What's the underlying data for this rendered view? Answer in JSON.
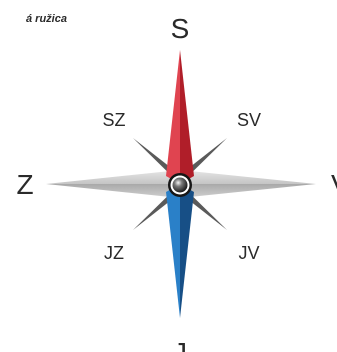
{
  "caption": "á ružica",
  "directions": {
    "north": "S",
    "east": "V",
    "south": "J",
    "west": "Z",
    "northeast": "SV",
    "northwest": "SZ",
    "southeast": "JV",
    "southwest": "JZ"
  },
  "colors": {
    "north_needle": "#d62f3a",
    "south_needle": "#1f6db3",
    "horizontal_arms": "#cfcfcf",
    "diagonal_arms": "#3a3a3a",
    "center_pin": "#1b1b1b"
  },
  "icons": {
    "center": "compass-center-pin"
  }
}
